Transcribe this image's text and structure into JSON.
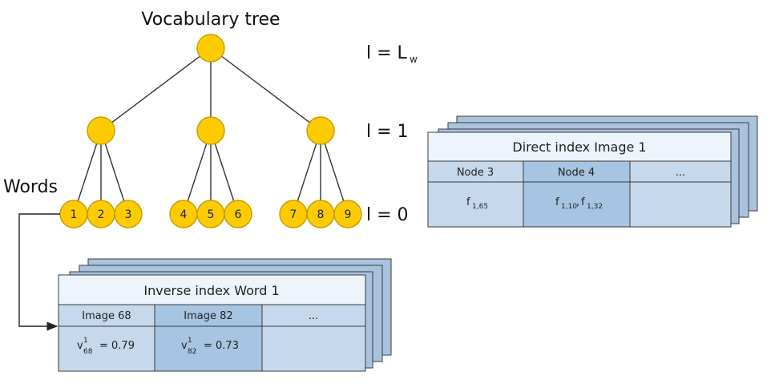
{
  "tree": {
    "title": "Vocabulary tree",
    "words_label": "Words",
    "levels": {
      "top": {
        "main": "l = L",
        "sub": "w"
      },
      "mid": "l = 1",
      "leaf": "l = 0"
    },
    "leaves": [
      "1",
      "2",
      "3",
      "4",
      "5",
      "6",
      "7",
      "8",
      "9"
    ]
  },
  "direct_index": {
    "title": "Direct index Image 1",
    "headers": [
      "Node 3",
      "Node 4",
      "..."
    ],
    "cells": {
      "c1": {
        "main": "f",
        "sub": "1,65"
      },
      "c2a": {
        "main": "f",
        "sub": "1,10"
      },
      "sep": ",",
      "c2b": {
        "main": "f",
        "sub": "1,32"
      }
    }
  },
  "inverse_index": {
    "title": "Inverse index Word 1",
    "headers": [
      "Image 68",
      "Image 82",
      "..."
    ],
    "cells": {
      "c1": {
        "main": "v",
        "sup": "1",
        "sub": "68",
        "rhs": "= 0.79"
      },
      "c2": {
        "main": "v",
        "sup": "1",
        "sub": "82",
        "rhs": "= 0.73"
      }
    }
  },
  "colors": {
    "node_fill": "#fecb00",
    "node_stroke": "#c79a00",
    "table_title_bg": "#eef4fb",
    "table_header_bg": "#c6d8ec",
    "table_header_selected_bg": "#a7c4e2",
    "table_cell_bg": "#c6d8ec",
    "table_cell_selected_bg": "#a7c4e2",
    "table_stroke": "#3a3a3a",
    "back_sheet_bg": "#a9c3df"
  }
}
